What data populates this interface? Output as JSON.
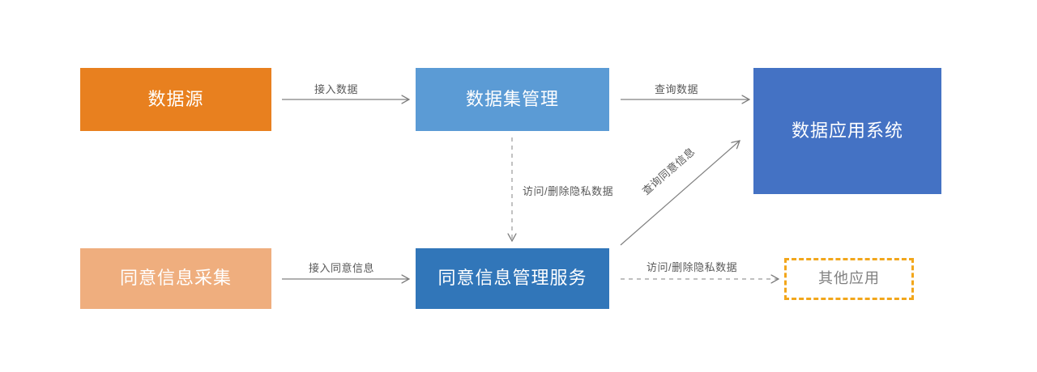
{
  "diagram": {
    "title": "",
    "colors": {
      "data_source": "#E8801F",
      "dataset_mgmt": "#5B9BD5",
      "data_app_system": "#4472C4",
      "consent_collect": "#EFAE7E",
      "consent_service": "#3176B9",
      "other_app_border": "#F2A61B",
      "other_app_text": "#7F7F7F",
      "edge": "#808080",
      "edge_label_text": "#595959",
      "background": "#FFFFFF"
    },
    "nodes": [
      {
        "id": "data_source",
        "label": "数据源"
      },
      {
        "id": "dataset_mgmt",
        "label": "数据集管理"
      },
      {
        "id": "data_app_system",
        "label": "数据应用系统"
      },
      {
        "id": "consent_collect",
        "label": "同意信息采集"
      },
      {
        "id": "consent_service",
        "label": "同意信息管理服务"
      },
      {
        "id": "other_app",
        "label": "其他应用"
      }
    ],
    "edges": [
      {
        "id": "ingest_data",
        "label": "接入数据",
        "from": "data_source",
        "to": "dataset_mgmt",
        "style": "solid",
        "direction": "right"
      },
      {
        "id": "query_data",
        "label": "查询数据",
        "from": "dataset_mgmt",
        "to": "data_app_system",
        "style": "solid",
        "direction": "right"
      },
      {
        "id": "access_private",
        "label": "访问/删除隐私数据",
        "from": "dataset_mgmt",
        "to": "consent_service",
        "style": "dashed",
        "direction": "down"
      },
      {
        "id": "query_consent",
        "label": "查询同意信息",
        "from": "consent_service",
        "to": "data_app_system",
        "style": "solid",
        "direction": "up-right"
      },
      {
        "id": "ingest_consent",
        "label": "接入同意信息",
        "from": "consent_collect",
        "to": "consent_service",
        "style": "solid",
        "direction": "right"
      },
      {
        "id": "access_other",
        "label": "访问/删除隐私数据",
        "from": "consent_service",
        "to": "other_app",
        "style": "dashed",
        "direction": "right"
      }
    ]
  }
}
